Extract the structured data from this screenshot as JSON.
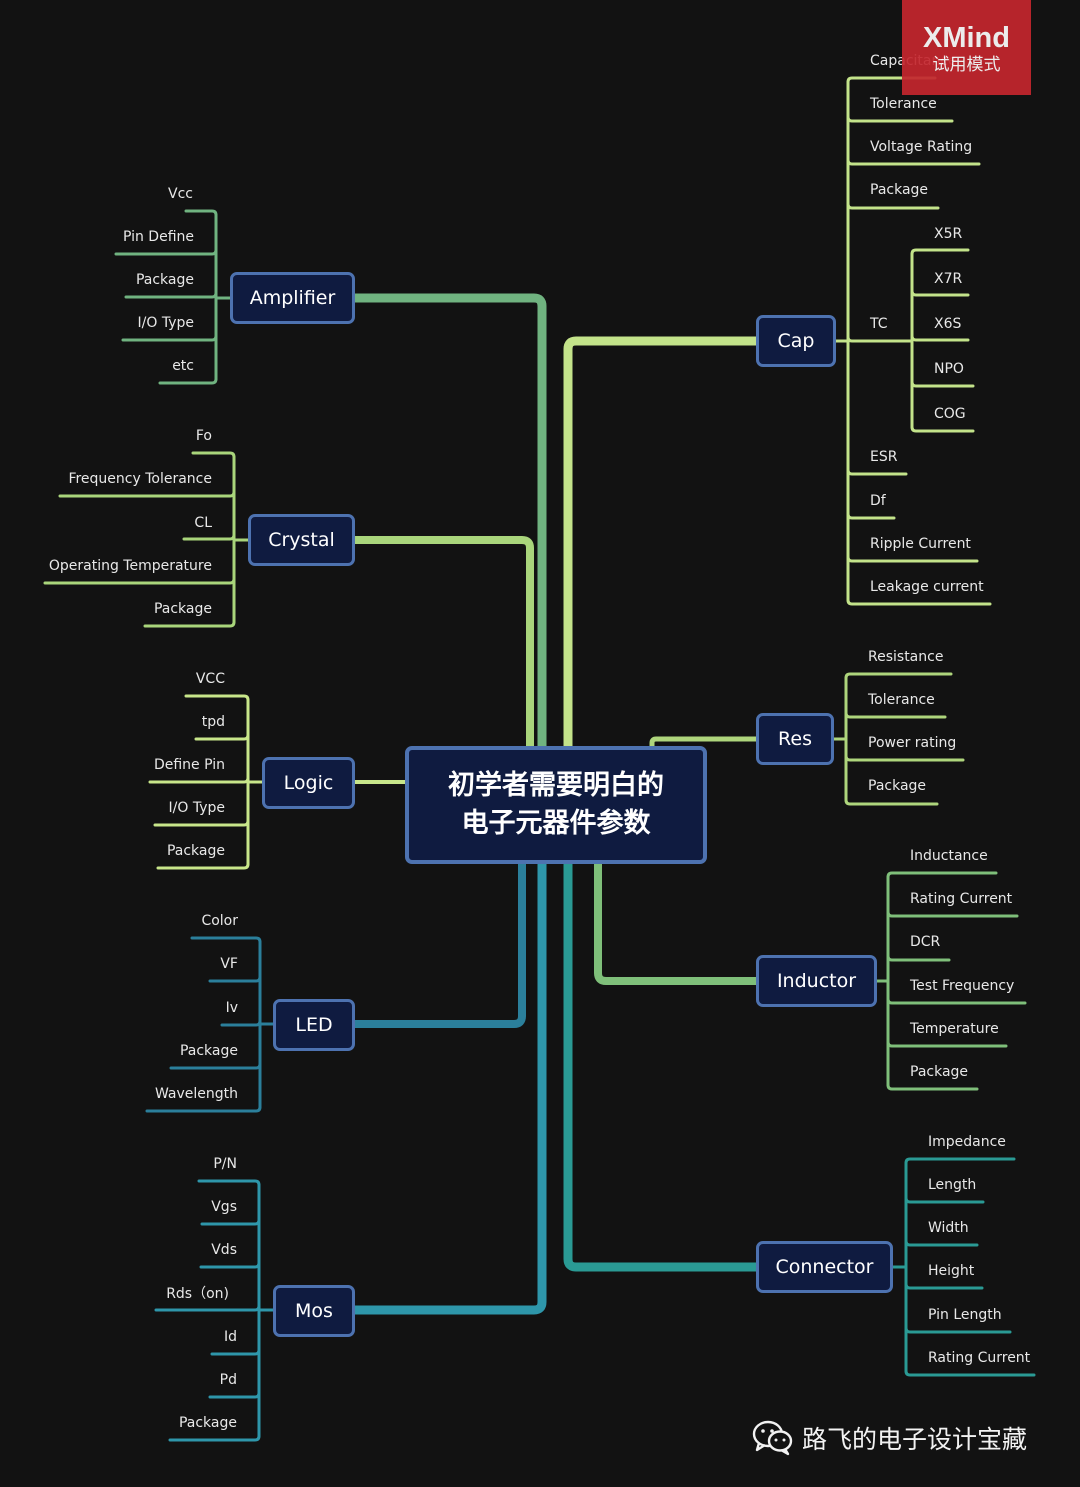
{
  "center": {
    "line1": "初学者需要明白的",
    "line2": "电子元器件参数"
  },
  "branches": {
    "amplifier": {
      "label": "Amplifier",
      "color": "#70b380",
      "items": [
        "Vcc",
        "Pin Define",
        "Package",
        "I/O Type",
        "etc"
      ]
    },
    "crystal": {
      "label": "Crystal",
      "color": "#a9d57b",
      "items": [
        "Fo",
        "Frequency Tolerance",
        "CL",
        "Operating Temperature",
        "Package"
      ]
    },
    "logic": {
      "label": "Logic",
      "color": "#c8e68a",
      "items": [
        "VCC",
        "tpd",
        "Define Pin",
        "I/O Type",
        "Package"
      ]
    },
    "led": {
      "label": "LED",
      "color": "#2b7f9b",
      "items": [
        "Color",
        "VF",
        "Iv",
        "Package",
        "Wavelength"
      ]
    },
    "mos": {
      "label": "Mos",
      "color": "#2e96aa",
      "items": [
        "P/N",
        "Vgs",
        "Vds",
        "Rds（on)",
        "Id",
        "Pd",
        "Package"
      ]
    },
    "cap": {
      "label": "Cap",
      "color": "#c3e38a",
      "items": [
        "Capacitance",
        "Tolerance",
        "Voltage Rating",
        "Package",
        "TC",
        "ESR",
        "Df",
        "Ripple Current",
        "Leakage current"
      ],
      "tc_items": [
        "X5R",
        "X7R",
        "X6S",
        "NPO",
        "COG"
      ]
    },
    "res": {
      "label": "Res",
      "color": "#aed57c",
      "items": [
        "Resistance",
        "Tolerance",
        "Power rating",
        "Package"
      ]
    },
    "inductor": {
      "label": "Inductor",
      "color": "#7fbf7a",
      "items": [
        "Inductance",
        "Rating Current",
        "DCR",
        "Test Frequency",
        "Temperature",
        "Package"
      ]
    },
    "connector": {
      "label": "Connector",
      "color": "#2a9a94",
      "items": [
        "Impedance",
        "Length",
        "Width",
        "Height",
        "Pin Length",
        "Rating Current"
      ]
    }
  },
  "watermark": {
    "brand": "XMind",
    "mode": "试用模式"
  },
  "footer": {
    "icon": "wechat-icon",
    "text": "路飞的电子设计宝藏"
  }
}
